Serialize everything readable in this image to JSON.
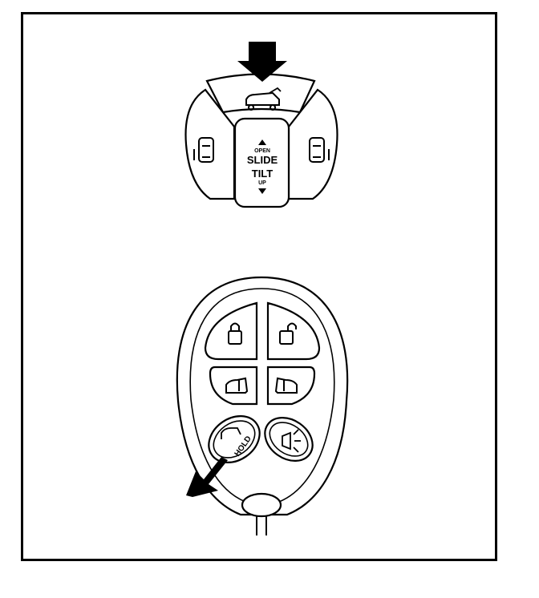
{
  "colors": {
    "ink": "#000000",
    "paper": "#ffffff"
  },
  "panel": {
    "center_top_label": "OPEN",
    "center_main_label": "SLIDE",
    "center_sub_label": "TILT",
    "center_bottom_label": "UP"
  },
  "fob": {
    "hold_label": "HOLD"
  },
  "icons": [
    "down-arrow-pointer",
    "liftgate-van-icon",
    "left-sliding-door-icon",
    "right-sliding-door-icon",
    "lock-icon",
    "unlock-icon",
    "left-door-van-icon",
    "right-door-van-icon",
    "panic-horn-icon",
    "diagonal-arrow-pointer"
  ]
}
